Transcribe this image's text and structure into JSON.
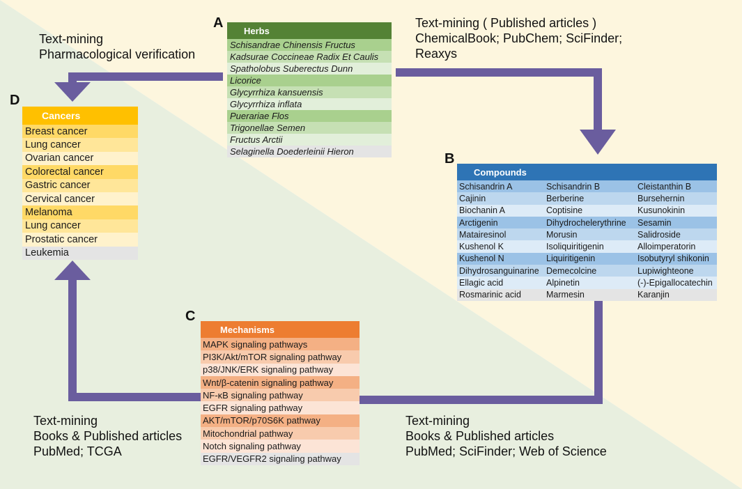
{
  "colors": {
    "bg_top": "#fdf6de",
    "bg_bottom": "#e8efdf",
    "arrow": "#6a5d9e",
    "herbs_header": "#548235",
    "compounds_header": "#2e74b5",
    "mechanisms_header": "#ed7d31",
    "cancers_header": "#ffc000"
  },
  "labels": {
    "a": "A",
    "b": "B",
    "c": "C",
    "d": "D"
  },
  "herbs": {
    "title": "Herbs",
    "items": [
      "Schisandrae Chinensis Fructus",
      "Kadsurae Coccineae Radix Et Caulis",
      "Spatholobus Suberectus Dunn",
      "Licorice",
      "Glycyrrhiza kansuensis",
      "Glycyrrhiza inflata",
      "Puerariae Flos",
      "Trigonellae Semen",
      "Fructus Arctii",
      "Selaginella Doederleinii Hieron"
    ]
  },
  "compounds": {
    "title": "Compounds",
    "rows": [
      [
        "Schisandrin A",
        "Schisandrin B",
        "Cleistanthin B"
      ],
      [
        "Cajinin",
        "Berberine",
        "Bursehernin"
      ],
      [
        "Biochanin A",
        "Coptisine",
        "Kusunokinin"
      ],
      [
        "Arctigenin",
        "Dihydrochelerythrine",
        "Sesamin"
      ],
      [
        "Matairesinol",
        "Morusin",
        "Salidroside"
      ],
      [
        "Kushenol K",
        "Isoliquiritigenin",
        "Alloimperatorin"
      ],
      [
        "Kushenol N",
        "Liquiritigenin",
        "Isobutyryl shikonin"
      ],
      [
        "Dihydrosanguinarine",
        "Demecolcine",
        "Lupiwighteone"
      ],
      [
        "Ellagic acid",
        "Alpinetin",
        "(-)-Epigallocatechin"
      ],
      [
        "Rosmarinic acid",
        "Marmesin",
        "Karanjin"
      ]
    ]
  },
  "mechanisms": {
    "title": "Mechanisms",
    "items": [
      "MAPK signaling pathways",
      "PI3K/Akt/mTOR signaling pathway",
      "p38/JNK/ERK signaling pathway",
      "Wnt/β-catenin signaling pathway",
      "NF-κB signaling pathway",
      "EGFR signaling pathway",
      "AKT/mTOR/p70S6K pathway",
      "Mitochondrial pathway",
      "Notch signaling pathway",
      "EGFR/VEGFR2 signaling pathway"
    ]
  },
  "cancers": {
    "title": "Cancers",
    "items": [
      "Breast cancer",
      "Lung cancer",
      "Ovarian cancer",
      "Colorectal cancer",
      "Gastric cancer",
      "Cervical cancer",
      "Melanoma",
      "Lung cancer",
      "Prostatic cancer",
      "Leukemia"
    ]
  },
  "notes": {
    "top_left": [
      "Text-mining",
      "Pharmacological verification"
    ],
    "top_right": [
      "Text-mining ( Published articles )",
      "ChemicalBook; PubChem; SciFinder;",
      "Reaxys"
    ],
    "bottom_left": [
      "Text-mining",
      "Books & Published articles",
      "PubMed; TCGA"
    ],
    "bottom_right": [
      "Text-mining",
      "Books & Published articles",
      "PubMed; SciFinder; Web of Science"
    ]
  }
}
